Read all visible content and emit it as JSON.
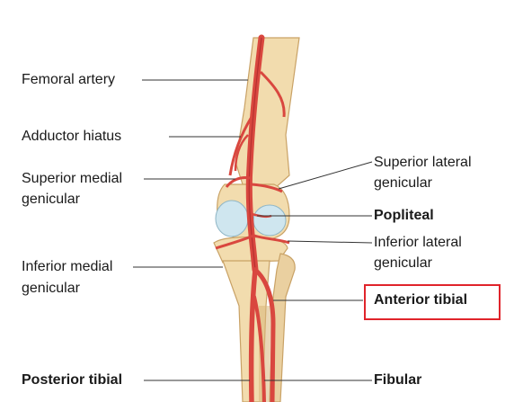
{
  "labels": {
    "femoral_artery": "Femoral artery",
    "adductor_hiatus": "Adductor hiatus",
    "superior_medial_genicular_1": "Superior medial",
    "superior_medial_genicular_2": "genicular",
    "inferior_medial_genicular_1": "Inferior medial",
    "inferior_medial_genicular_2": "genicular",
    "posterior_tibial": "Posterior tibial",
    "superior_lateral_genicular_1": "Superior lateral",
    "superior_lateral_genicular_2": "genicular",
    "popliteal": "Popliteal",
    "inferior_lateral_genicular_1": "Inferior lateral",
    "inferior_lateral_genicular_2": "genicular",
    "anterior_tibial": "Anterior tibial",
    "fibular": "Fibular"
  },
  "colors": {
    "artery": "#d9473f",
    "artery_dark": "#a8262a",
    "bone": "#f2dcae",
    "bone_shade": "#d9b77a",
    "cartilage": "#cfe6ef",
    "highlight": "#e0242b"
  }
}
